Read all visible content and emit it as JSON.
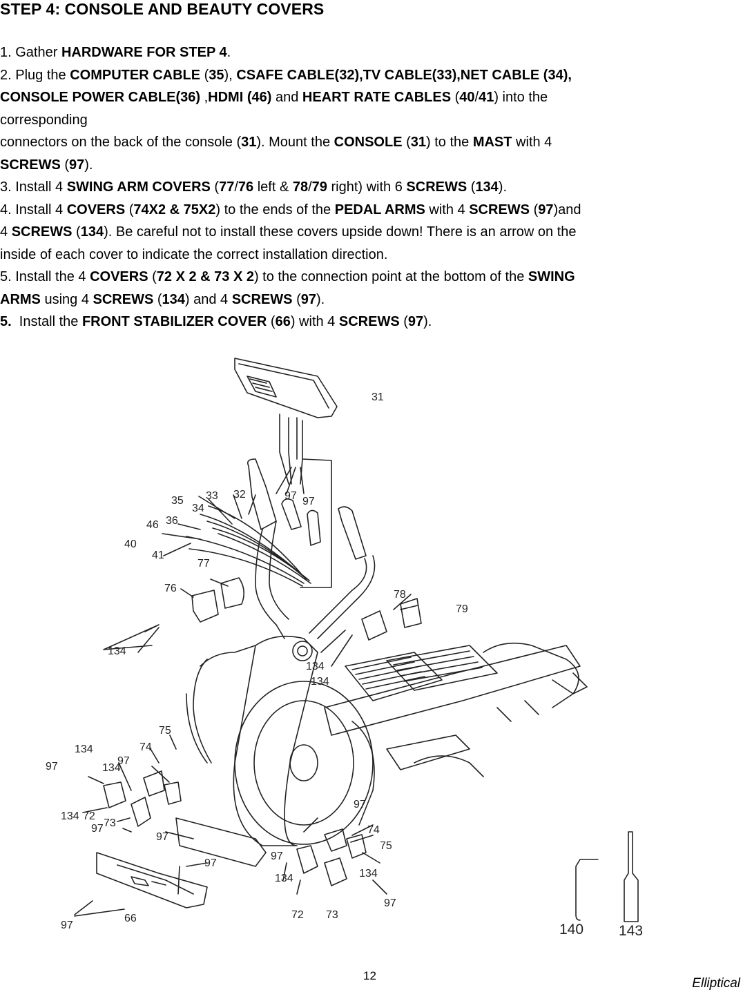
{
  "title": "STEP 4: CONSOLE AND BEAUTY COVERS",
  "steps": [
    [
      "1. Gather ",
      {
        "b": "HARDWARE FOR STEP 4"
      },
      "."
    ],
    [
      "2. Plug the ",
      {
        "b": "COMPUTER CABLE"
      },
      " (",
      {
        "b": "35"
      },
      "), ",
      {
        "b": "CSAFE CABLE(32),TV CABLE(33),NET CABLE (34),"
      }
    ],
    [
      {
        "b": "CONSOLE POWER CABLE(36)"
      },
      " ,",
      {
        "b": "HDMI (46)"
      },
      " and ",
      {
        "b": "HEART RATE CABLES"
      },
      " (",
      {
        "b": "40"
      },
      "/",
      {
        "b": "41"
      },
      ") into the"
    ],
    [
      "corresponding"
    ],
    [
      "connectors on the back of the console (",
      {
        "b": "31"
      },
      "). Mount the ",
      {
        "b": "CONSOLE"
      },
      " (",
      {
        "b": "31"
      },
      ") to the ",
      {
        "b": "MAST"
      },
      " with 4"
    ],
    [
      {
        "b": "SCREWS"
      },
      " (",
      {
        "b": "97"
      },
      ")."
    ],
    [
      "3. Install 4 ",
      {
        "b": "SWING ARM COVERS"
      },
      " (",
      {
        "b": "77"
      },
      "/",
      {
        "b": "76"
      },
      " left & ",
      {
        "b": "78"
      },
      "/",
      {
        "b": "79"
      },
      " right) with 6 ",
      {
        "b": "SCREWS"
      },
      " (",
      {
        "b": "134"
      },
      ")."
    ],
    [
      "4. Install 4 ",
      {
        "b": "COVERS"
      },
      " (",
      {
        "b": "74X2 & 75X2"
      },
      ") to the ends of the ",
      {
        "b": "PEDAL ARMS"
      },
      " with 4 ",
      {
        "b": "SCREWS"
      },
      " (",
      {
        "b": "97"
      },
      ")and"
    ],
    [
      "4 ",
      {
        "b": "SCREWS"
      },
      " (",
      {
        "b": "134"
      },
      "). Be careful not to install these covers upside down! There is an arrow on the"
    ],
    [
      "inside of each cover to indicate the correct installation direction."
    ],
    [
      "5. Install the 4 ",
      {
        "b": "COVERS"
      },
      " (",
      {
        "b": "72 X 2 & 73 X 2"
      },
      ") to the connection point at the bottom of the ",
      {
        "b": "SWING"
      }
    ],
    [
      {
        "b": "ARMS"
      },
      " using 4 ",
      {
        "b": "SCREWS"
      },
      " (",
      {
        "b": "134"
      },
      ") and 4 ",
      {
        "b": "SCREWS"
      },
      " (",
      {
        "b": "97"
      },
      ")."
    ],
    [
      {
        "b": "5."
      },
      "  Install the ",
      {
        "b": "FRONT STABILIZER COVER"
      },
      " (",
      {
        "b": "66"
      },
      ") with 4 ",
      {
        "b": "SCREWS"
      },
      " (",
      {
        "b": "97"
      },
      ")."
    ]
  ],
  "part_labels": [
    "31",
    "97",
    "97",
    "35",
    "33",
    "32",
    "34",
    "46",
    "36",
    "40",
    "41",
    "77",
    "76",
    "134",
    "78",
    "79",
    "134",
    "134",
    "134",
    "97",
    "75",
    "74",
    "134",
    "97",
    "72",
    "134",
    "73",
    "97",
    "97",
    "97",
    "66",
    "97",
    "134",
    "97",
    "74",
    "75",
    "134",
    "97",
    "72",
    "73",
    "97"
  ],
  "tool_labels": [
    "140",
    "143"
  ],
  "page_number": "12",
  "footer_label": "Elliptical"
}
